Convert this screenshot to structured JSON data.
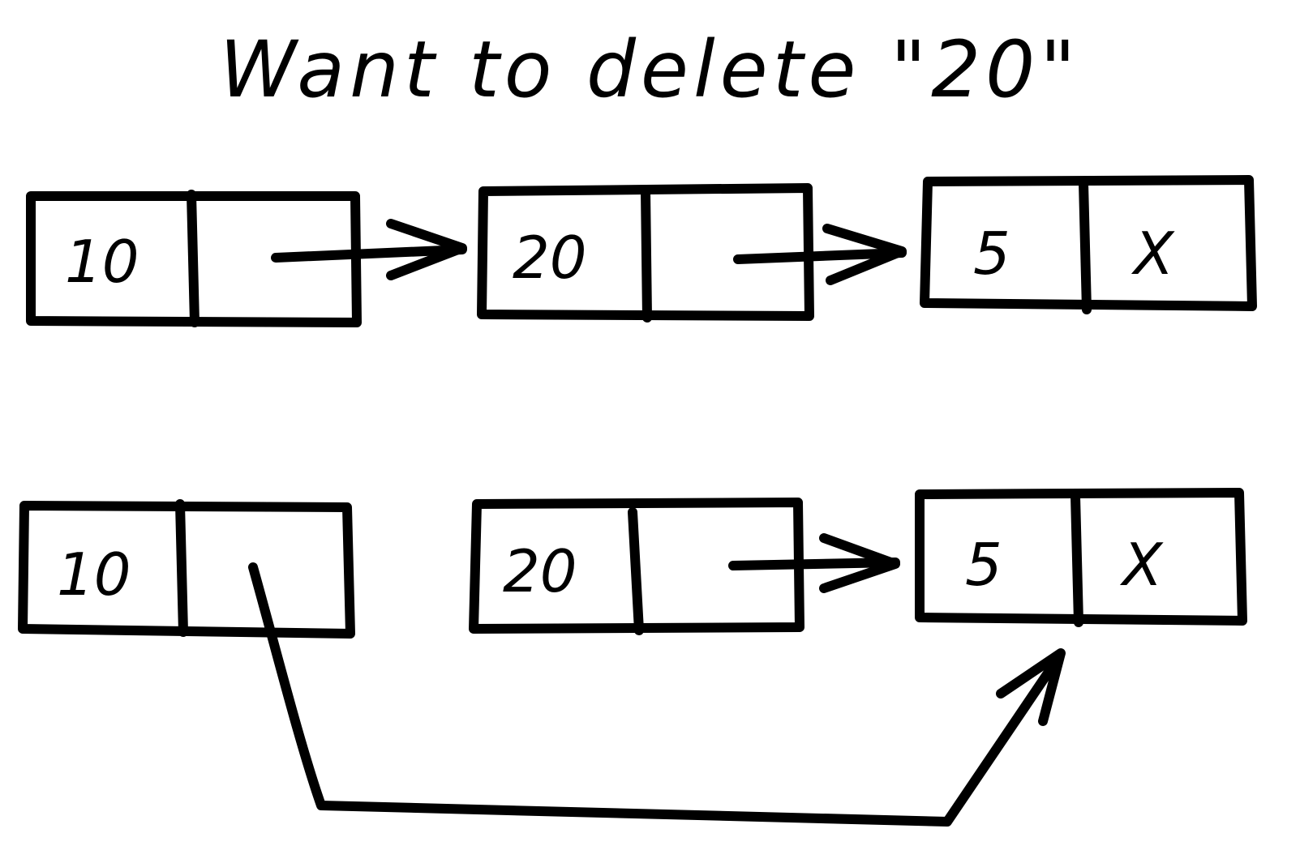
{
  "title": "Want to delete \"20\"",
  "colors": {
    "ink": "#000000",
    "background": "#ffffff"
  },
  "before": {
    "nodes": [
      {
        "value": "10",
        "next": ""
      },
      {
        "value": "20",
        "next": ""
      },
      {
        "value": "5",
        "next": "X"
      }
    ]
  },
  "after": {
    "nodes": [
      {
        "value": "10",
        "next": ""
      },
      {
        "value": "20",
        "next": ""
      },
      {
        "value": "5",
        "next": "X"
      }
    ]
  }
}
